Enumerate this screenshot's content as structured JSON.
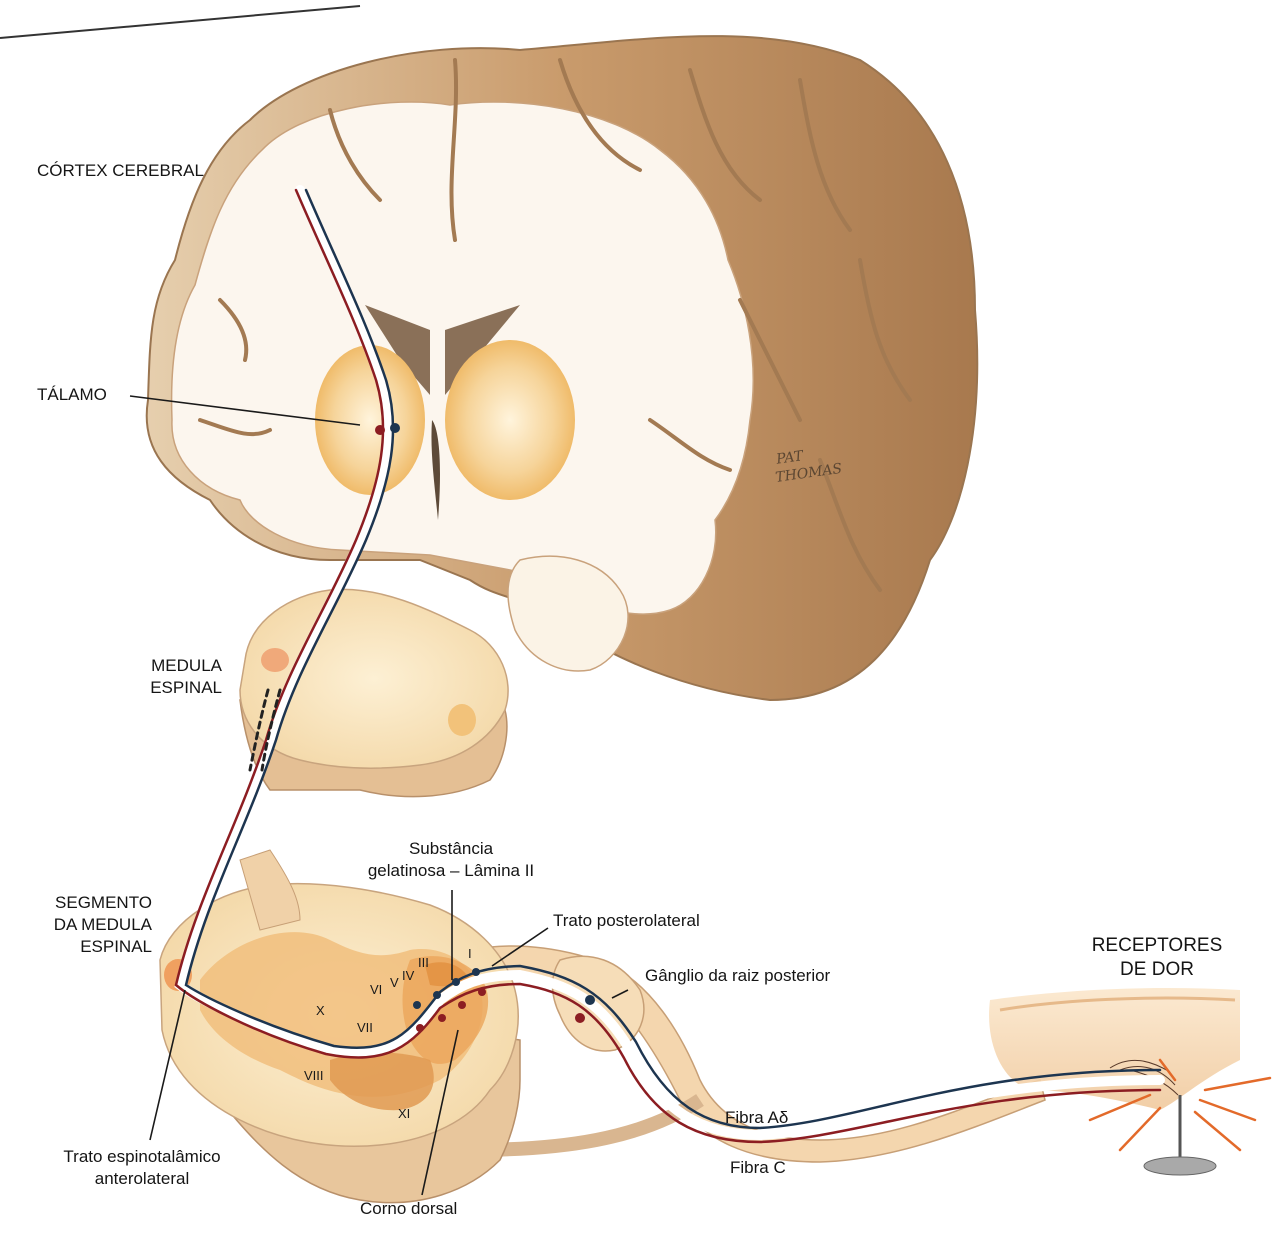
{
  "labels": {
    "cortex": "CÓRTEX CEREBRAL",
    "talamo": "TÁLAMO",
    "medula": "MEDULA\nESPINAL",
    "segmento": "SEGMENTO\nDA MEDULA\nESPINAL",
    "substancia": "Substância\ngelatinosa – Lâmina II",
    "trato_posterolateral": "Trato posterolateral",
    "ganglio": "Gânglio da raiz posterior",
    "receptores": "RECEPTORES\nDE DOR",
    "fibra_ad": "Fibra Aδ",
    "fibra_c": "Fibra C",
    "trato_espinotalamico": "Trato espinotalâmico\nanterolateral",
    "corno_dorsal": "Corno dorsal"
  },
  "laminae": {
    "i": "I",
    "iii": "III",
    "iv": "IV",
    "v": "V",
    "vi": "VI",
    "vii": "VII",
    "viii": "VIII",
    "x": "X",
    "xi": "XI"
  },
  "signature": "PAT THOMAS",
  "colors": {
    "fiber_red": "#8c1d22",
    "fiber_blue": "#1d3550",
    "brain_tan": "#b98a5c",
    "white_matter": "#fcf6ee",
    "thalamus": "#f1c072",
    "cord": "#f6dcae"
  }
}
